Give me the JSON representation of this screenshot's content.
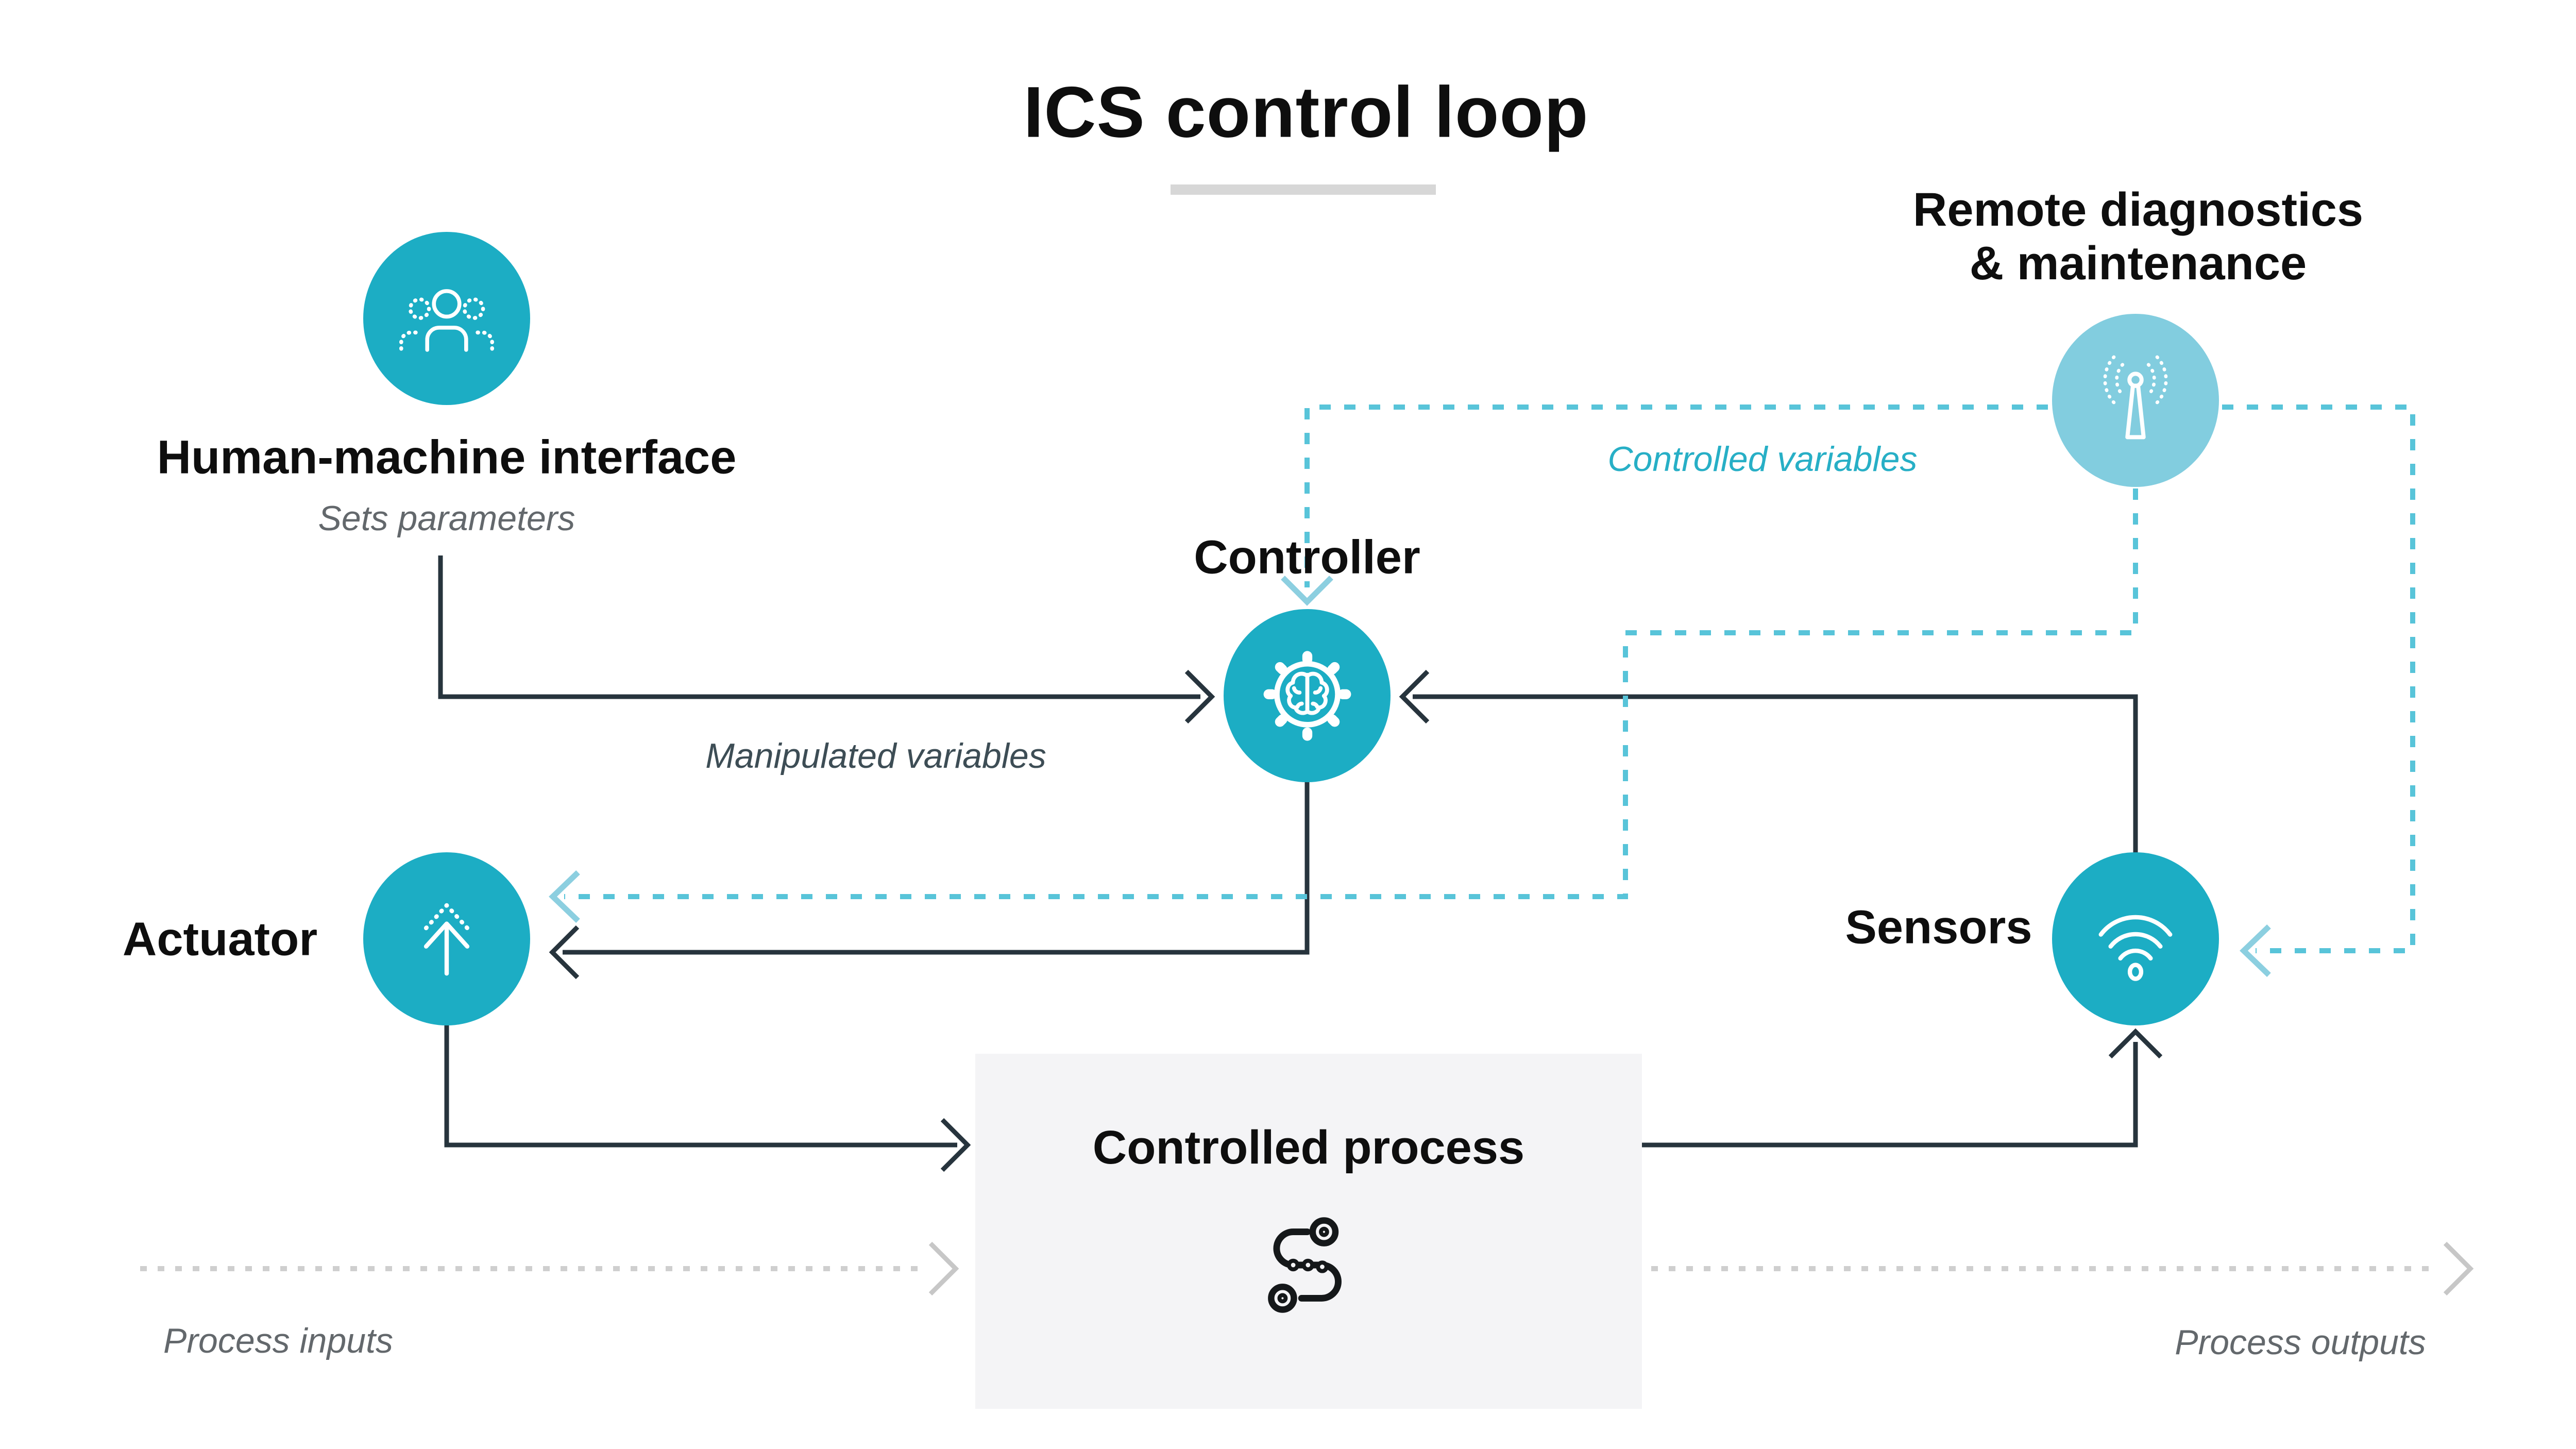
{
  "title": "ICS control loop",
  "nodes": {
    "hmi": {
      "label": "Human-machine interface",
      "sublabel": "Sets parameters"
    },
    "controller": {
      "label": "Controller"
    },
    "remote": {
      "line1": "Remote diagnostics",
      "line2": "& maintenance"
    },
    "actuator": {
      "label": "Actuator"
    },
    "sensors": {
      "label": "Sensors"
    },
    "process": {
      "label": "Controlled process"
    }
  },
  "edge_labels": {
    "manipulated": "Manipulated variables",
    "controlled": "Controlled variables",
    "process_inputs": "Process inputs",
    "process_outputs": "Process outputs"
  },
  "colors": {
    "node_teal": "#1cadc4",
    "node_teal_light": "#82cddf",
    "dotted_teal": "#58c4d9",
    "dotted_teal_arrow": "#8ccfe0",
    "solid_dark": "#27343d",
    "dotted_gray": "#cfcfcf",
    "gray_arrow": "#c7c7c7",
    "text_gray": "#63686c",
    "text_teal": "#27afc6",
    "text_dark_slate": "#3d4d55",
    "process_box_bg": "#f4f4f6",
    "title_rule": "#d7d7d7"
  }
}
